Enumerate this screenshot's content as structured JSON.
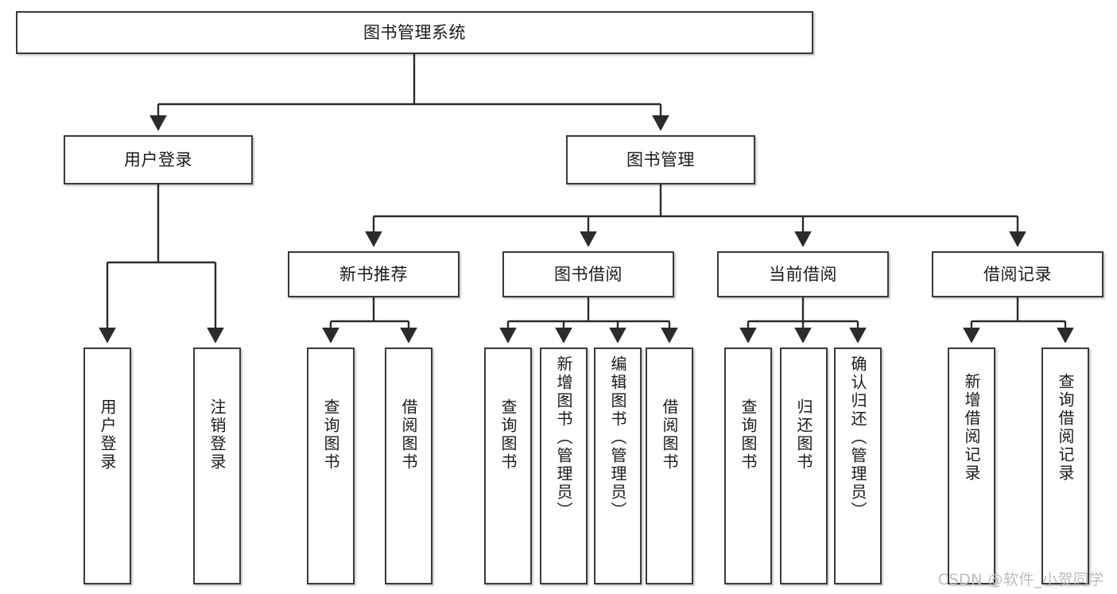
{
  "diagram": {
    "title": "图书管理系统",
    "type": "tree",
    "watermark": "CSDN @软件_小贺同学",
    "colors": {
      "box_border": "#3a3a3a",
      "box_fill": "#ffffff",
      "text": "#1b1b1b",
      "connector": "#2b2b2b",
      "watermark": "#bdbdbd",
      "page_background": "#ffffff"
    },
    "levels": {
      "root": {
        "label": "图书管理系统"
      },
      "level2": [
        {
          "id": "user-login",
          "label": "用户登录"
        },
        {
          "id": "book-management",
          "label": "图书管理"
        }
      ],
      "level3": [
        {
          "id": "new-book-recommend",
          "label": "新书推荐",
          "parent": "book-management"
        },
        {
          "id": "book-borrow",
          "label": "图书借阅",
          "parent": "book-management"
        },
        {
          "id": "current-borrow",
          "label": "当前借阅",
          "parent": "book-management"
        },
        {
          "id": "borrow-record",
          "label": "借阅记录",
          "parent": "book-management"
        }
      ],
      "leaves": [
        {
          "id": "leaf-user-login",
          "label": "用户登录",
          "parent": "user-login"
        },
        {
          "id": "leaf-logout-login",
          "label": "注销登录",
          "parent": "user-login"
        },
        {
          "id": "leaf-query-book-1",
          "label": "查询图书",
          "parent": "new-book-recommend"
        },
        {
          "id": "leaf-borrow-book-1",
          "label": "借阅图书",
          "parent": "new-book-recommend"
        },
        {
          "id": "leaf-query-book-2",
          "label": "查询图书",
          "parent": "book-borrow"
        },
        {
          "id": "leaf-add-book",
          "label": "新增图书（管理员）",
          "parent": "book-borrow"
        },
        {
          "id": "leaf-edit-book",
          "label": "编辑图书（管理员）",
          "parent": "book-borrow"
        },
        {
          "id": "leaf-borrow-book-2",
          "label": "借阅图书",
          "parent": "book-borrow"
        },
        {
          "id": "leaf-query-book-3",
          "label": "查询图书",
          "parent": "current-borrow"
        },
        {
          "id": "leaf-return-book",
          "label": "归还图书",
          "parent": "current-borrow"
        },
        {
          "id": "leaf-confirm-return",
          "label": "确认归还（管理员）",
          "parent": "current-borrow"
        },
        {
          "id": "leaf-add-record",
          "label": "新增借阅记录",
          "parent": "borrow-record"
        },
        {
          "id": "leaf-query-record",
          "label": "查询借阅记录",
          "parent": "borrow-record"
        }
      ]
    }
  }
}
